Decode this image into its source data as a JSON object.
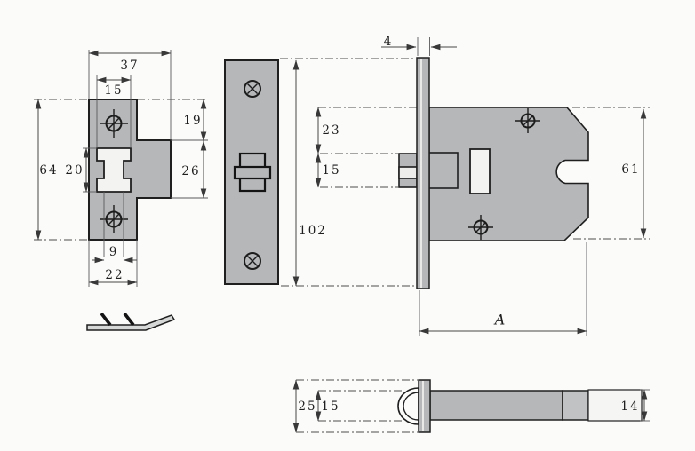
{
  "drawing": {
    "type": "technical-drawing",
    "subject": "mortise lock / deadbolt with forend plate, lock case and bolt",
    "units_shown": "mm",
    "colors": {
      "metal_gray": "#b5b7b8",
      "cutout_light": "#f3f3f1",
      "outline": "#1f1f1f",
      "dimension_lines": "#474747",
      "background": "#fbfbfa"
    }
  },
  "views": {
    "faceplate_front": "front view of strike/faceplate with bolt cutout and screw holes",
    "forend_front": "assembled forend plate with countersunk screws and bolt",
    "lock_case_side": "side view of lock case behind forend",
    "bolt_top": "top view of bolt and tail",
    "spring_clip": "flat spring detail"
  },
  "dims": {
    "faceplate_width": "37",
    "cutout_width": "15",
    "case_top_offset": "19",
    "case_height": "26",
    "faceplate_height": "64",
    "cutout_height": "20",
    "bolt_slot_width": "9",
    "plate_strip_width": "22",
    "forend_length": "102",
    "forend_thickness": "4",
    "top_to_bolt": "23",
    "bolt_face_height": "15",
    "case_side_height": "61",
    "case_depth_label": "A",
    "bolt_housing_width": "25",
    "bolt_width_top": "15",
    "bolt_tail_width": "14"
  }
}
